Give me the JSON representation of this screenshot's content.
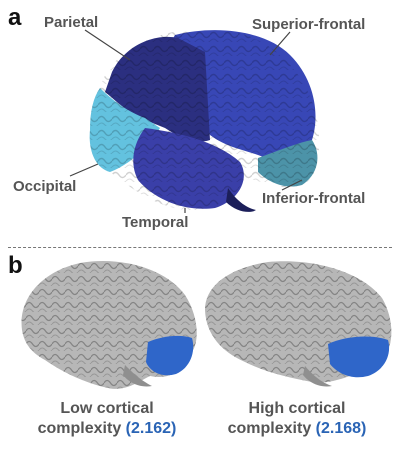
{
  "panel_a": {
    "letter": "a",
    "labels": {
      "parietal": "Parietal",
      "superior_frontal": "Superior-frontal",
      "occipital": "Occipital",
      "inferior_frontal": "Inferior-frontal",
      "temporal": "Temporal"
    }
  },
  "panel_b": {
    "letter": "b",
    "low": {
      "line1": "Low cortical",
      "line2": "complexity",
      "value": "(2.162)"
    },
    "high": {
      "line1": "High cortical",
      "line2": "complexity",
      "value": "(2.168)"
    }
  },
  "colors": {
    "parietal": "#2b2f80",
    "superior_frontal": "#3847b6",
    "temporal": "#3a3fa8",
    "occipital": "#63c2df",
    "inferior_frontal": "#4c93a8",
    "highlight": "#2f66c9",
    "cortex": "#b7b7b7"
  }
}
